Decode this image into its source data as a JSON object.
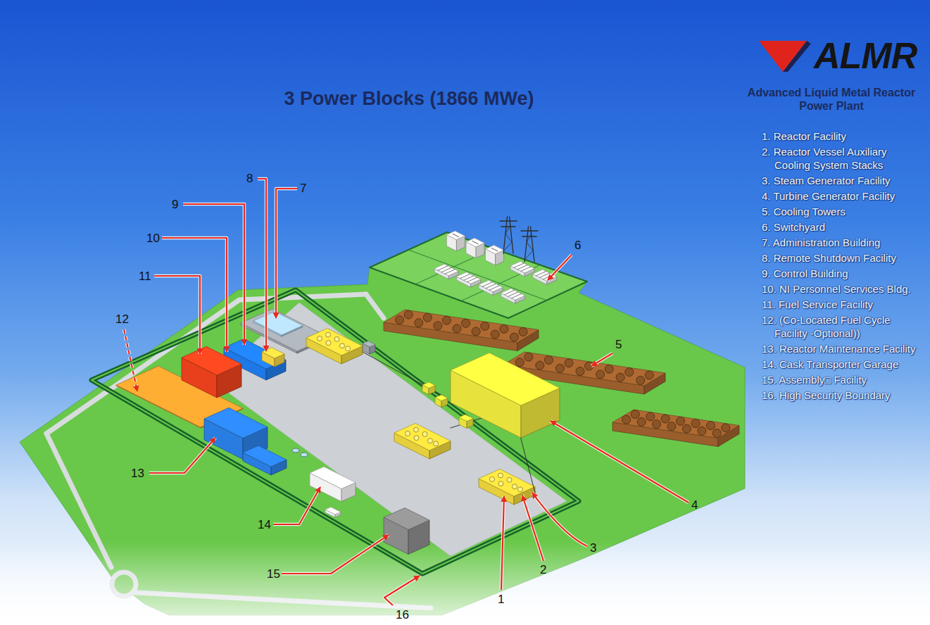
{
  "diagram": {
    "title": "3 Power Blocks (1866 MWe)",
    "labels": [
      "ALMR",
      "Advanced Liquid Metal Reactor Power Plant",
      "1. Reactor Facility",
      "2. Reactor Vessel Auxiliary Cooling System Stacks",
      "3. Steam Generator Facility",
      "4. Turbine Generator Facility",
      "5. Cooling Towers",
      "6. Switchyard",
      "7. Administration Building",
      "8. Remote Shutdown Facility",
      "9. Control Building",
      "10. NI Personnel Services Bldg.",
      "11. Fuel Service Facility",
      "12. (Co-Located Fuel Cycle Facility -Optional))",
      "13. Reactor Maintenance Facility",
      "14. Cask Transporter Garage",
      "15. Assembly□ Facility",
      "16. High Security Boundary",
      "8",
      "7",
      "9",
      "10",
      "6",
      "11",
      "12",
      "5",
      "13",
      "4",
      "14",
      "3",
      "2",
      "15",
      "1",
      "16"
    ]
  }
}
